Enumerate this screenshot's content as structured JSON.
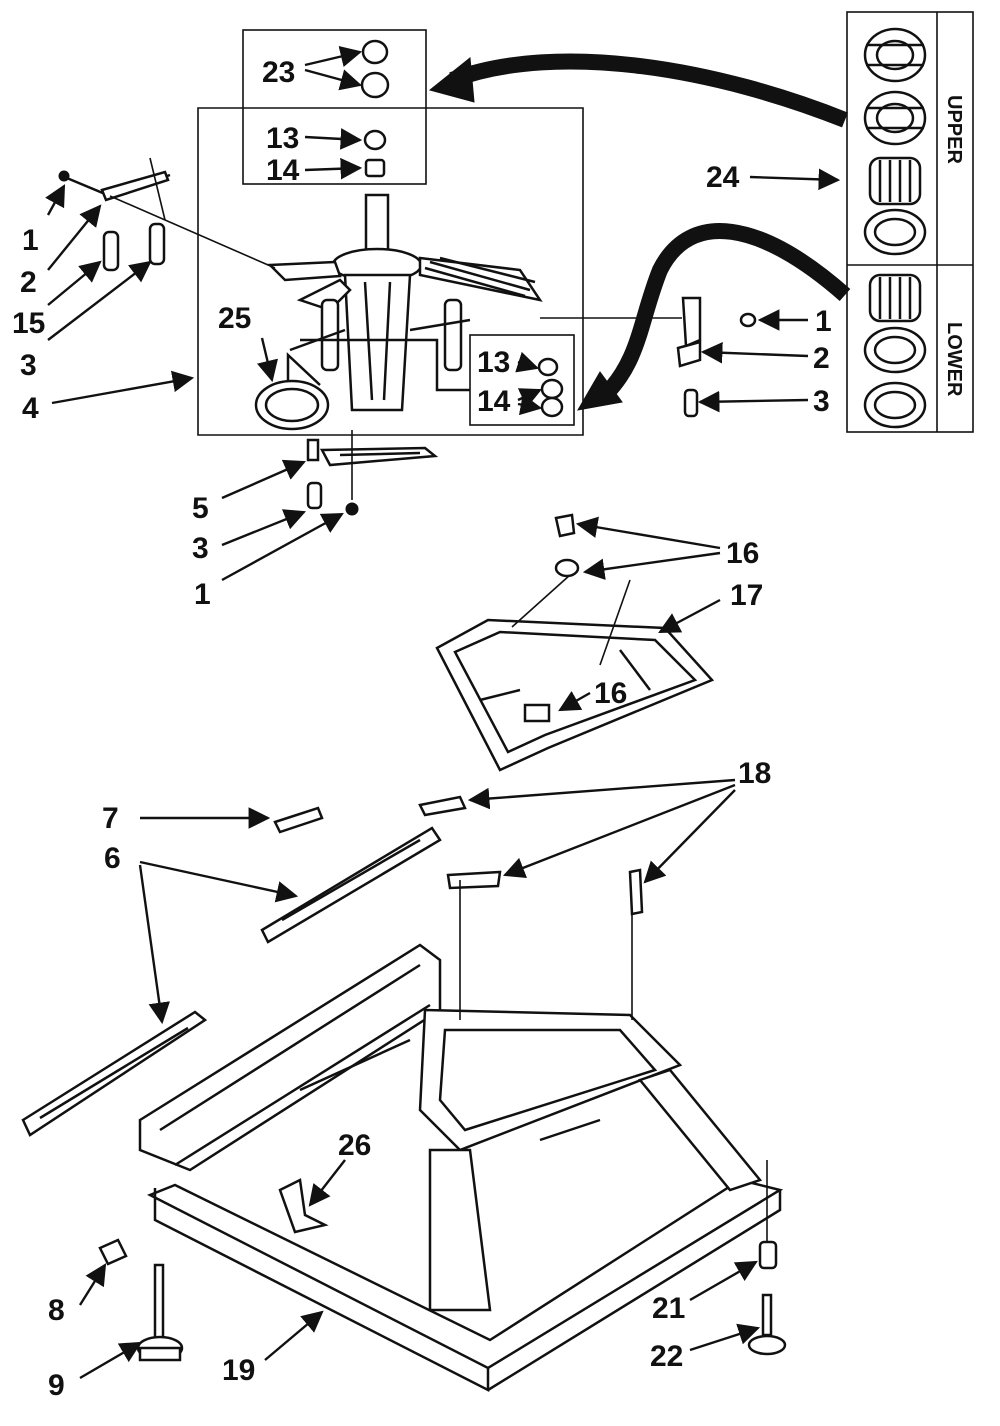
{
  "callouts": {
    "c1a": "1",
    "c2a": "2",
    "c15": "15",
    "c3a": "3",
    "c4": "4",
    "c25": "25",
    "c23": "23",
    "c13a": "13",
    "c14a": "14",
    "c13b": "13",
    "c14b": "14",
    "c24": "24",
    "c1b": "1",
    "c2b": "2",
    "c3b": "3",
    "c5": "5",
    "c3c": "3",
    "c1c": "1",
    "c16a": "16",
    "c16b": "16",
    "c17": "17",
    "c18": "18",
    "c7": "7",
    "c6": "6",
    "c26": "26",
    "c8": "8",
    "c9": "9",
    "c19": "19",
    "c21": "21",
    "c22": "22"
  },
  "bearing_panel": {
    "upper": "UPPER",
    "lower": "LOWER"
  }
}
